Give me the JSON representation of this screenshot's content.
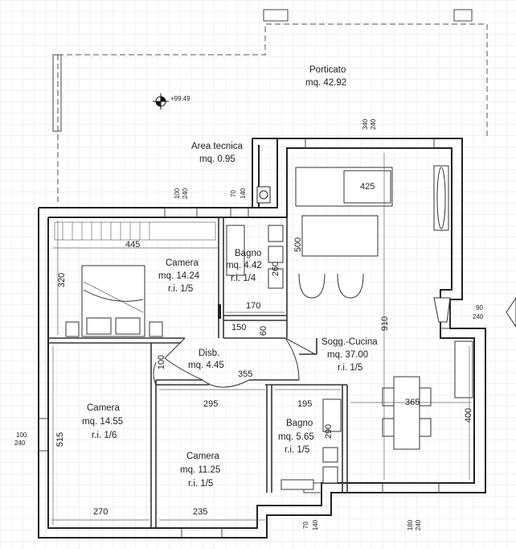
{
  "rooms": {
    "porticato": {
      "name": "Porticato",
      "area": "mq. 42.92"
    },
    "area_tecnica": {
      "name": "Area tecnica",
      "area": "mq. 0.95"
    },
    "camera1": {
      "name": "Camera",
      "area": "mq. 14.24",
      "ri": "r.i. 1/5"
    },
    "bagno1": {
      "name": "Bagno",
      "area": "mq. 4.42",
      "ri": "r.i. 1/4"
    },
    "soggiorno": {
      "name": "Sogg.-Cucina",
      "area": "mq. 37.00",
      "ri": "r.i. 1/5"
    },
    "disb": {
      "name": "Disb.",
      "area": "mq. 4.45"
    },
    "camera2": {
      "name": "Camera",
      "area": "mq. 14.55",
      "ri": "r.i. 1/6"
    },
    "camera3": {
      "name": "Camera",
      "area": "mq. 11.25",
      "ri": "r.i. 1/5"
    },
    "bagno2": {
      "name": "Bagno",
      "area": "mq. 5.65",
      "ri": "r.i. 1/5"
    }
  },
  "elevation": "+99.49",
  "dimensions": {
    "d445": "445",
    "d320": "320",
    "d170": "170",
    "d150": "150",
    "d60": "60",
    "d260": "260",
    "d100": "100",
    "d355": "355",
    "d295": "295",
    "d195": "195",
    "d290": "290",
    "d515": "515",
    "d270": "270",
    "d235": "235",
    "d425": "425",
    "d500": "500",
    "d910": "910",
    "d365": "365",
    "d400": "400"
  },
  "openings": {
    "top_cam1": {
      "w": "100",
      "h": "240"
    },
    "top_bagno1": {
      "w": "70",
      "h": "140"
    },
    "top_sogg": {
      "w": "340",
      "h": "240"
    },
    "right_sogg": {
      "w": "90",
      "h": "240"
    },
    "left_cam2": {
      "w": "100",
      "h": "240"
    },
    "bot_bagno2": {
      "w": "70",
      "h": "140"
    },
    "bot_sogg": {
      "w": "180",
      "h": "240"
    }
  }
}
